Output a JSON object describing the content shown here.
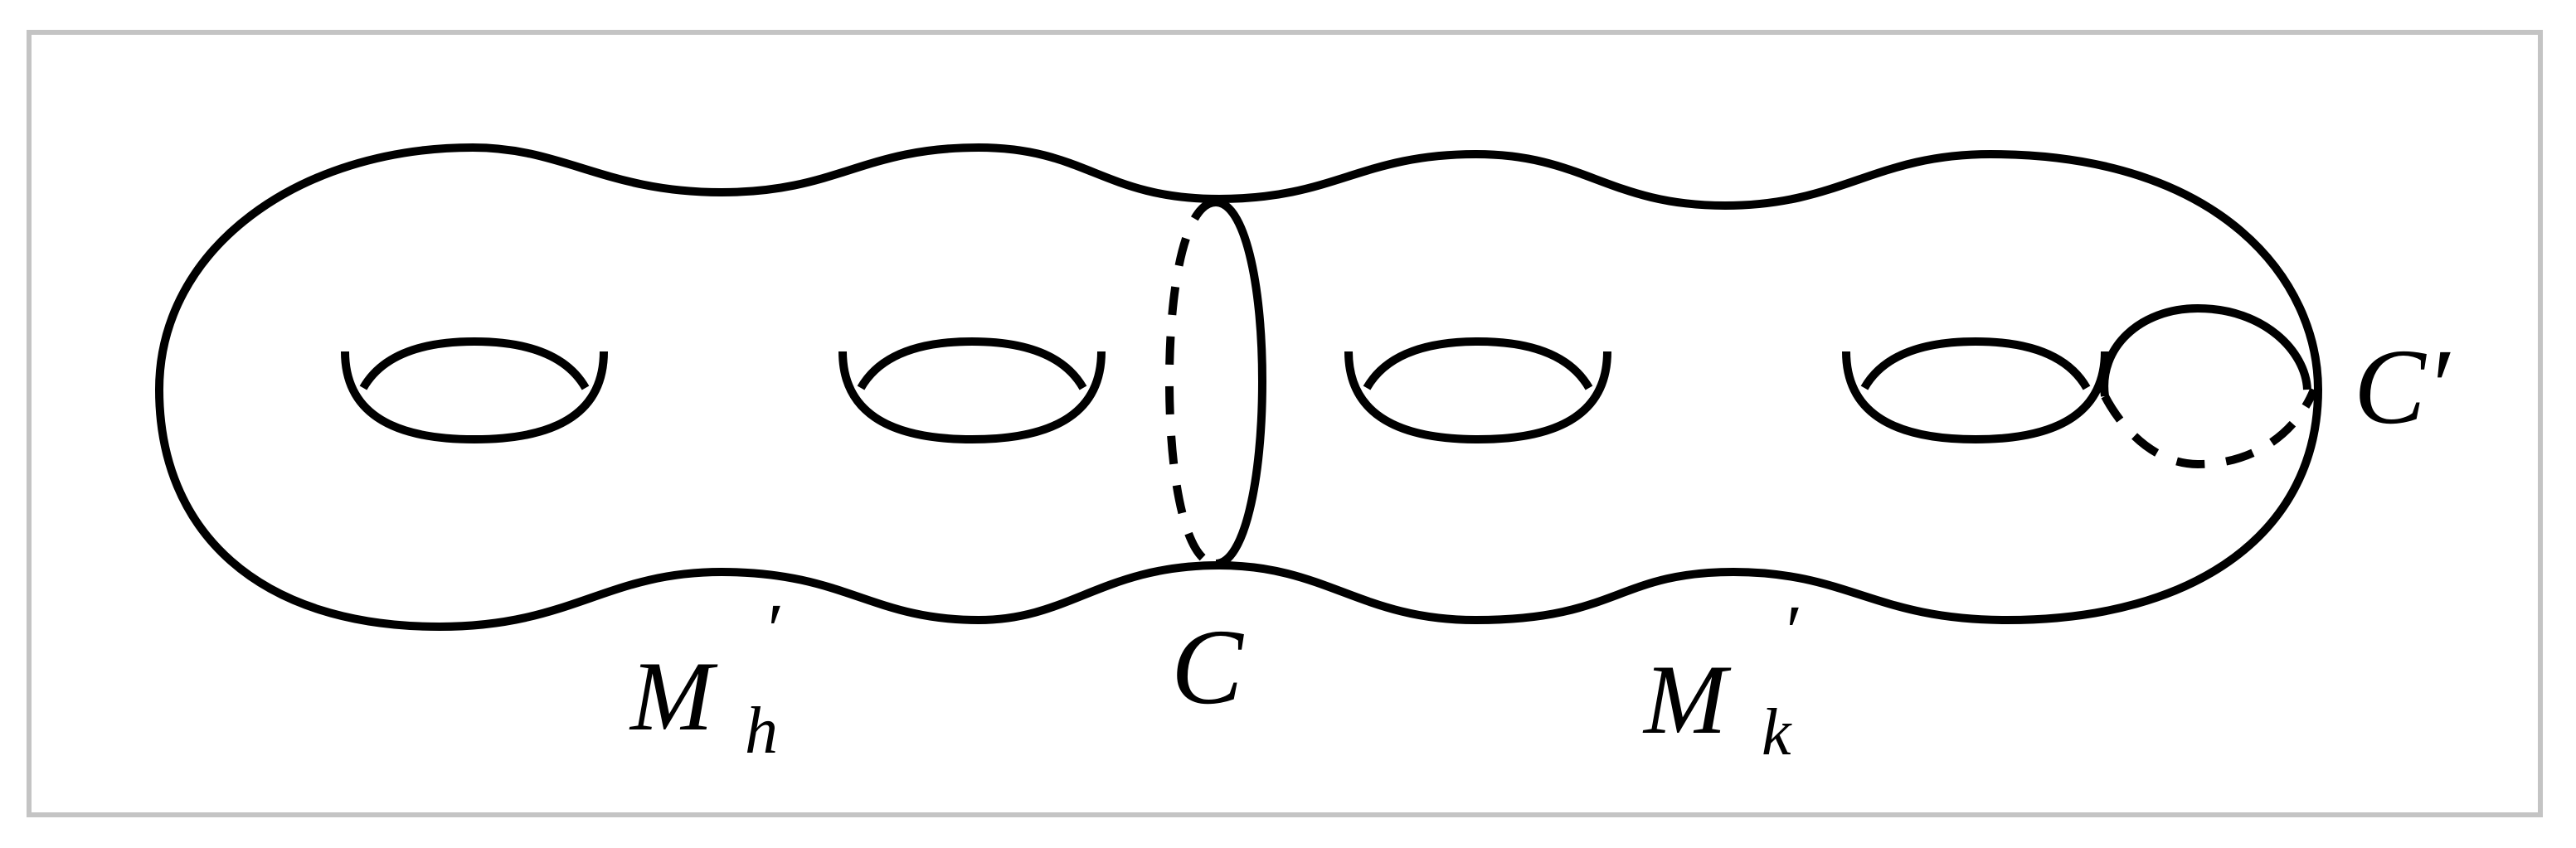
{
  "diagram": {
    "labels": {
      "left_part": "M",
      "left_part_sub": "h",
      "left_part_prime": "′",
      "separating_curve": "C",
      "right_part": "M",
      "right_part_sub": "k",
      "right_part_prime": "′",
      "nonseparating_curve": "C′"
    },
    "colors": {
      "stroke": "#000000",
      "frame": "#c4c4c4"
    }
  }
}
